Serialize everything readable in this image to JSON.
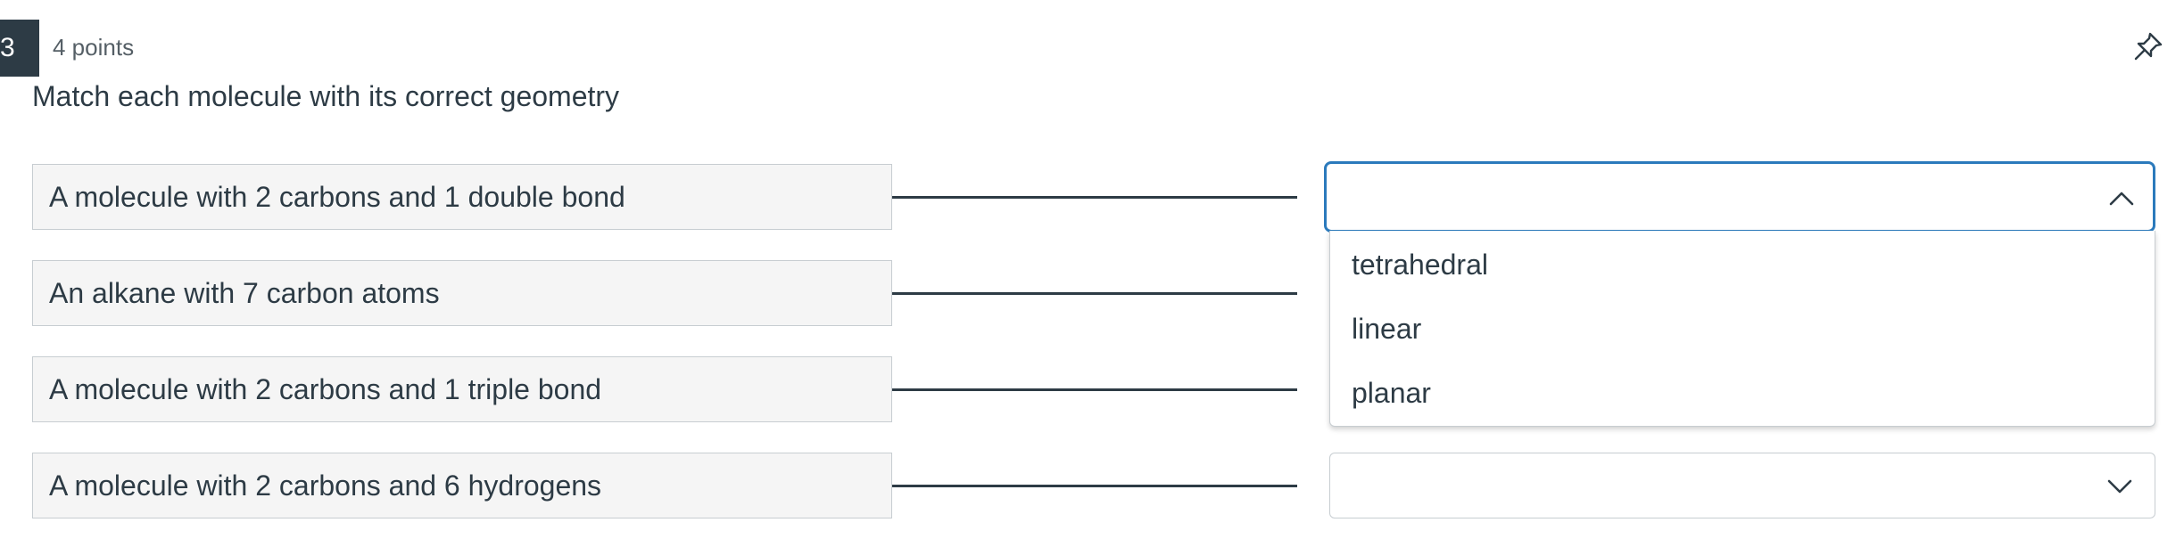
{
  "question": {
    "number": "3",
    "points": "4 points",
    "prompt": "Match each molecule with its correct geometry"
  },
  "icons": {
    "pin": "pin-icon",
    "chevron_up": "chevron-up-icon",
    "chevron_down": "chevron-down-icon"
  },
  "matches": [
    {
      "label": "A molecule with 2 carbons and 1 double bond",
      "selected": "",
      "open": true
    },
    {
      "label": "An alkane with 7 carbon atoms",
      "selected": "",
      "open": false
    },
    {
      "label": "A molecule with 2 carbons and 1 triple bond",
      "selected": "",
      "open": false
    },
    {
      "label": "A molecule with 2 carbons and 6 hydrogens",
      "selected": "",
      "open": false
    }
  ],
  "dropdown_options": [
    "tetrahedral",
    "linear",
    "planar"
  ],
  "colors": {
    "focus_border": "#2b7abc",
    "text": "#2d3b45",
    "label_bg": "#f5f5f5",
    "badge_bg": "#2d3b45"
  }
}
